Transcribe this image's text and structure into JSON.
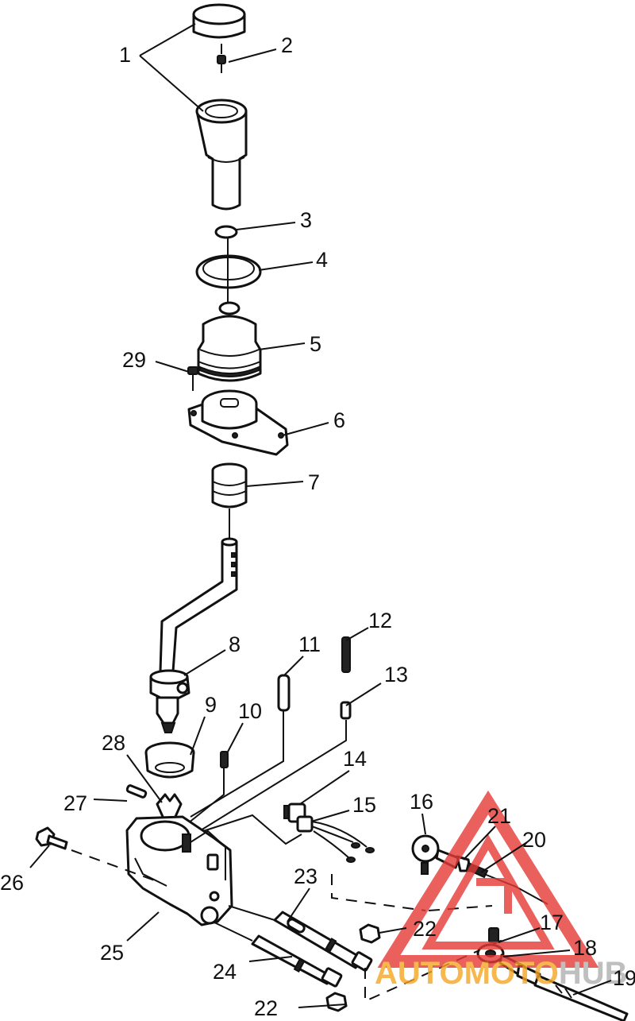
{
  "callouts": {
    "c1": "1",
    "c2": "2",
    "c3": "3",
    "c4": "4",
    "c5": "5",
    "c6": "6",
    "c7": "7",
    "c8": "8",
    "c9": "9",
    "c10": "10",
    "c11": "11",
    "c12": "12",
    "c13": "13",
    "c14": "14",
    "c15": "15",
    "c16": "16",
    "c17": "17",
    "c18": "18",
    "c19": "19",
    "c20": "20",
    "c21": "21",
    "c22a": "22",
    "c22b": "22",
    "c23": "23",
    "c24": "24",
    "c25": "25",
    "c26": "26",
    "c27": "27",
    "c28": "28",
    "c29": "29"
  },
  "watermark": {
    "part1": "AUTOMOTO",
    "part2": "HUB",
    "color_triangle": "#e53935",
    "color_text_orange": "#f5a623",
    "color_text_gray": "#b0b0b0"
  }
}
